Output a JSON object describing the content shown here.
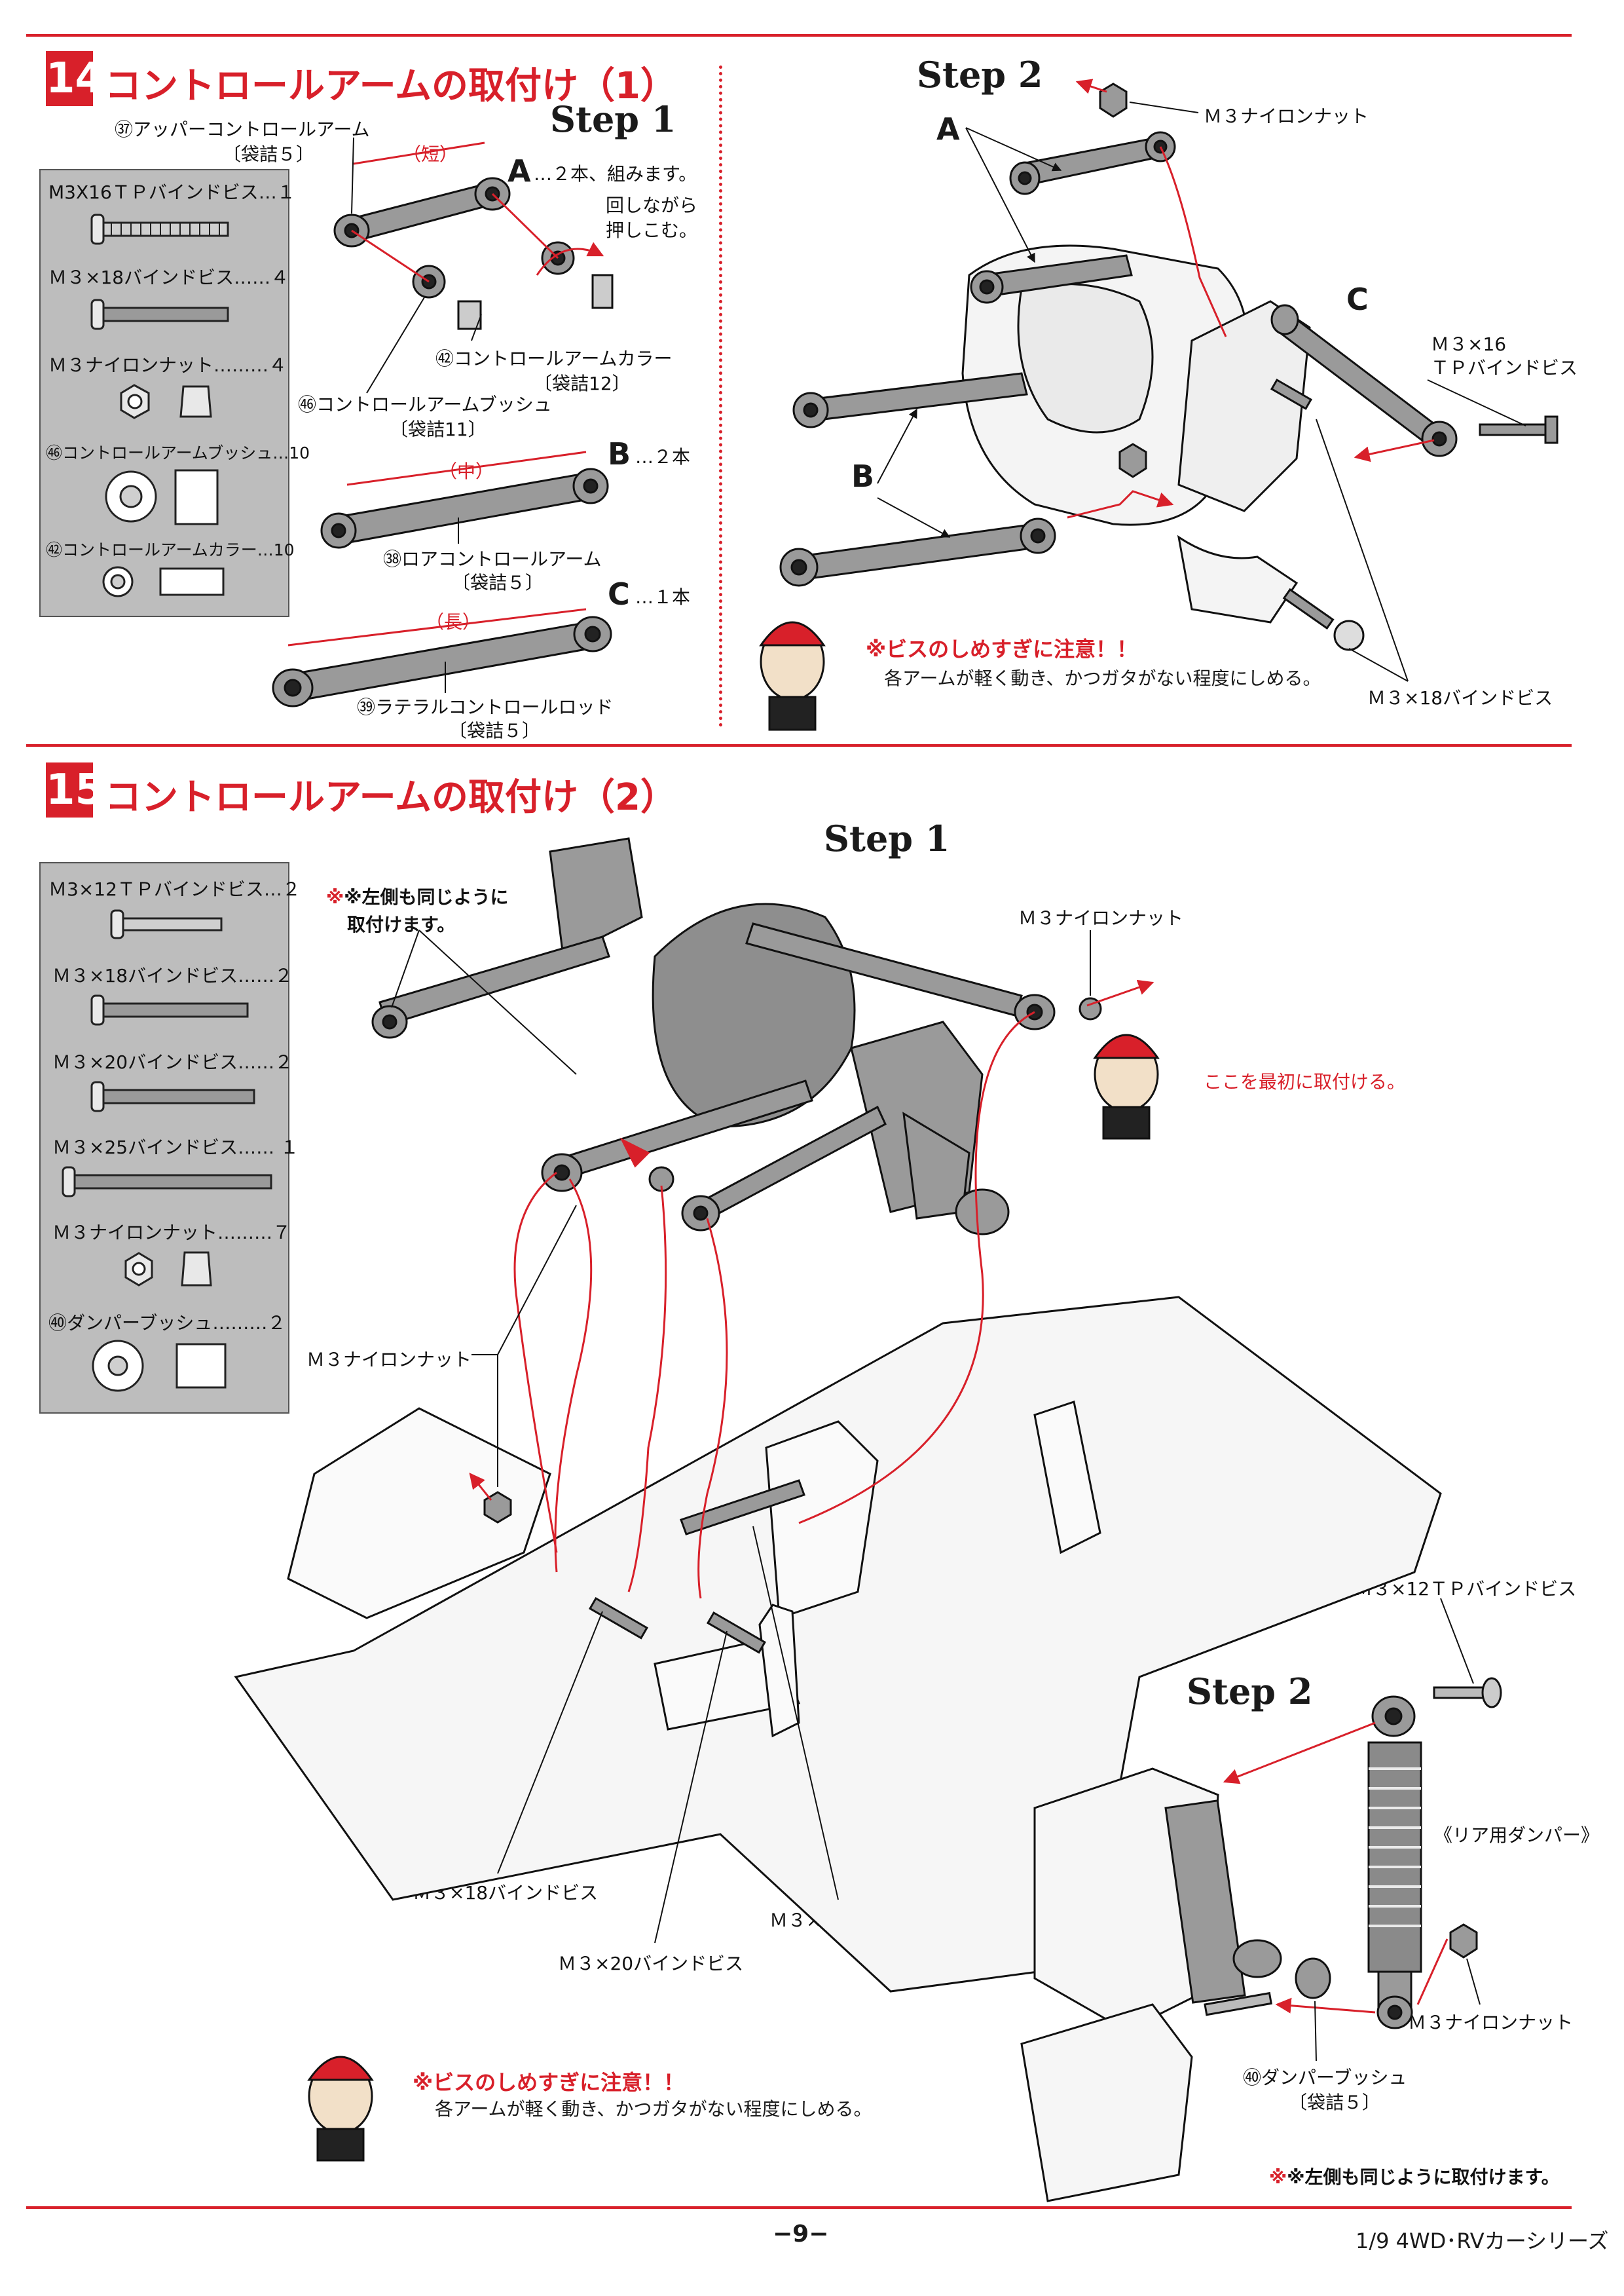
{
  "section14": {
    "number": "14",
    "title": "コントロールアームの取付け（1）",
    "step1": {
      "label": "Step 1",
      "upper_arm_name": "㊲アッパーコントロールアーム",
      "upper_arm_bag": "〔袋詰５〕",
      "short_mark": "（短）",
      "a_note": "…２本、組みます。",
      "rotate_note_1": "回しながら",
      "rotate_note_2": "押しこむ。",
      "collar_name": "㊷コントロールアームカラー",
      "collar_bag": "〔袋詰12〕",
      "bush_name": "㊻コントロールアームブッシュ",
      "bush_bag": "〔袋詰11〕",
      "mid_mark": "（中）",
      "b_note": "…２本",
      "lower_arm_name": "㊳ロアコントロールアーム",
      "lower_arm_bag": "〔袋詰５〕",
      "long_mark": "（長）",
      "c_note": "…１本",
      "rod_name": "㊴ラテラルコントロールロッド",
      "rod_bag": "〔袋詰５〕"
    },
    "parts": [
      "M3X16ＴＰバインドビス…１",
      "Ｍ３×18バインドビス……４",
      "Ｍ３ナイロンナット………４",
      "㊻コントロールアームブッシュ…10",
      "㊷コントロールアームカラー…10"
    ],
    "step2": {
      "label": "Step 2",
      "nut": "Ｍ３ナイロンナット",
      "tp_screw_1": "Ｍ３×16",
      "tp_screw_2": "ＴＰバインドビス",
      "bind_screw": "Ｍ３×18バインドビス",
      "warn_title": "※ビスのしめすぎに注意！！",
      "warn_body": "各アームが軽く動き、かつガタがない程度にしめる。"
    },
    "letters": {
      "a": "A",
      "b": "B",
      "c": "C"
    }
  },
  "section15": {
    "number": "15",
    "title": "コントロールアームの取付け（2）",
    "parts": [
      "Ｍ3×12ＴＰバインドビス…２",
      "Ｍ３×18バインドビス……２",
      "Ｍ３×20バインドビス……２",
      "Ｍ３×25バインドビス…… １",
      "Ｍ３ナイロンナット………７",
      "㊵ダンパーブッシュ………２"
    ],
    "step1": {
      "label": "Step 1",
      "left_note_1": "※左側も同じように",
      "left_note_2": "取付けます。",
      "nut_top": "Ｍ３ナイロンナット",
      "first_note": "ここを最初に取付ける。",
      "nut_left": "Ｍ３ナイロンナット",
      "screw18": "Ｍ３×18バインドビス",
      "screw25": "Ｍ３×25バインドビス",
      "screw20": "Ｍ３×20バインドビス"
    },
    "step2": {
      "label": "Step 2",
      "tp_screw": "Ｍ３×12ＴＰバインドビス",
      "damper": "《リア用ダンパー》",
      "nut": "Ｍ３ナイロンナット",
      "bush_name": "㊵ダンパーブッシュ",
      "bush_bag": "〔袋詰５〕",
      "same_note": "※左側も同じように取付けます。"
    },
    "warn_title": "※ビスのしめすぎに注意！！",
    "warn_body": "各アームが軽く動き、かつガタがない程度にしめる。"
  },
  "footer": {
    "page": "−9−",
    "series": "1/9  4WD･RVカーシリーズ"
  },
  "colors": {
    "accent": "#d8202a",
    "box_gray": "#bdbdbd",
    "part_gray": "#9a9a9a"
  }
}
